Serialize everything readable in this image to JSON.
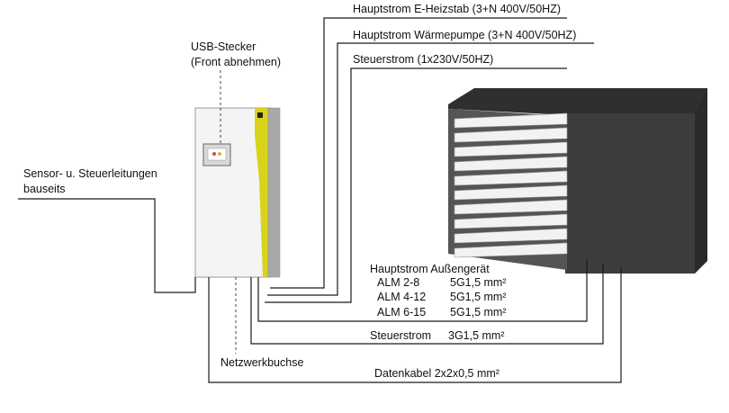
{
  "labels": {
    "usb_line1": "USB-Stecker",
    "usb_line2": "(Front abnehmen)",
    "heizstab": "Hauptstrom E-Heizstab (3+N 400V/50HZ)",
    "waermepumpe": "Hauptstrom Wärmepumpe (3+N 400V/50HZ)",
    "steuerstrom_top": "Steuerstrom (1x230V/50HZ)",
    "sensor_line1": "Sensor- u. Steuerleitungen",
    "sensor_line2": "bauseits",
    "hauptstrom_aussen": "Hauptstrom Außengerät",
    "netzwerkbuchse": "Netzwerkbuchse",
    "steuerstrom_bottom_label": "Steuerstrom",
    "steuerstrom_bottom_value": "3G1,5 mm²",
    "datenkabel": "Datenkabel 2x2x0,5 mm²"
  },
  "alm": [
    {
      "model": "ALM 2-8",
      "cable": "5G1,5 mm²"
    },
    {
      "model": "ALM 4-12",
      "cable": "5G1,5 mm²"
    },
    {
      "model": "ALM 6-15",
      "cable": "5G1,5 mm²"
    }
  ],
  "colors": {
    "wire": "#1a1a1a",
    "indoor_body": "#f4f4f4",
    "indoor_accent": "#d9d31a",
    "indoor_side": "#a9a9a9",
    "outdoor_dark": "#3c3c3c",
    "outdoor_top": "#2f2f2f",
    "louver": "#f2f2f2"
  }
}
